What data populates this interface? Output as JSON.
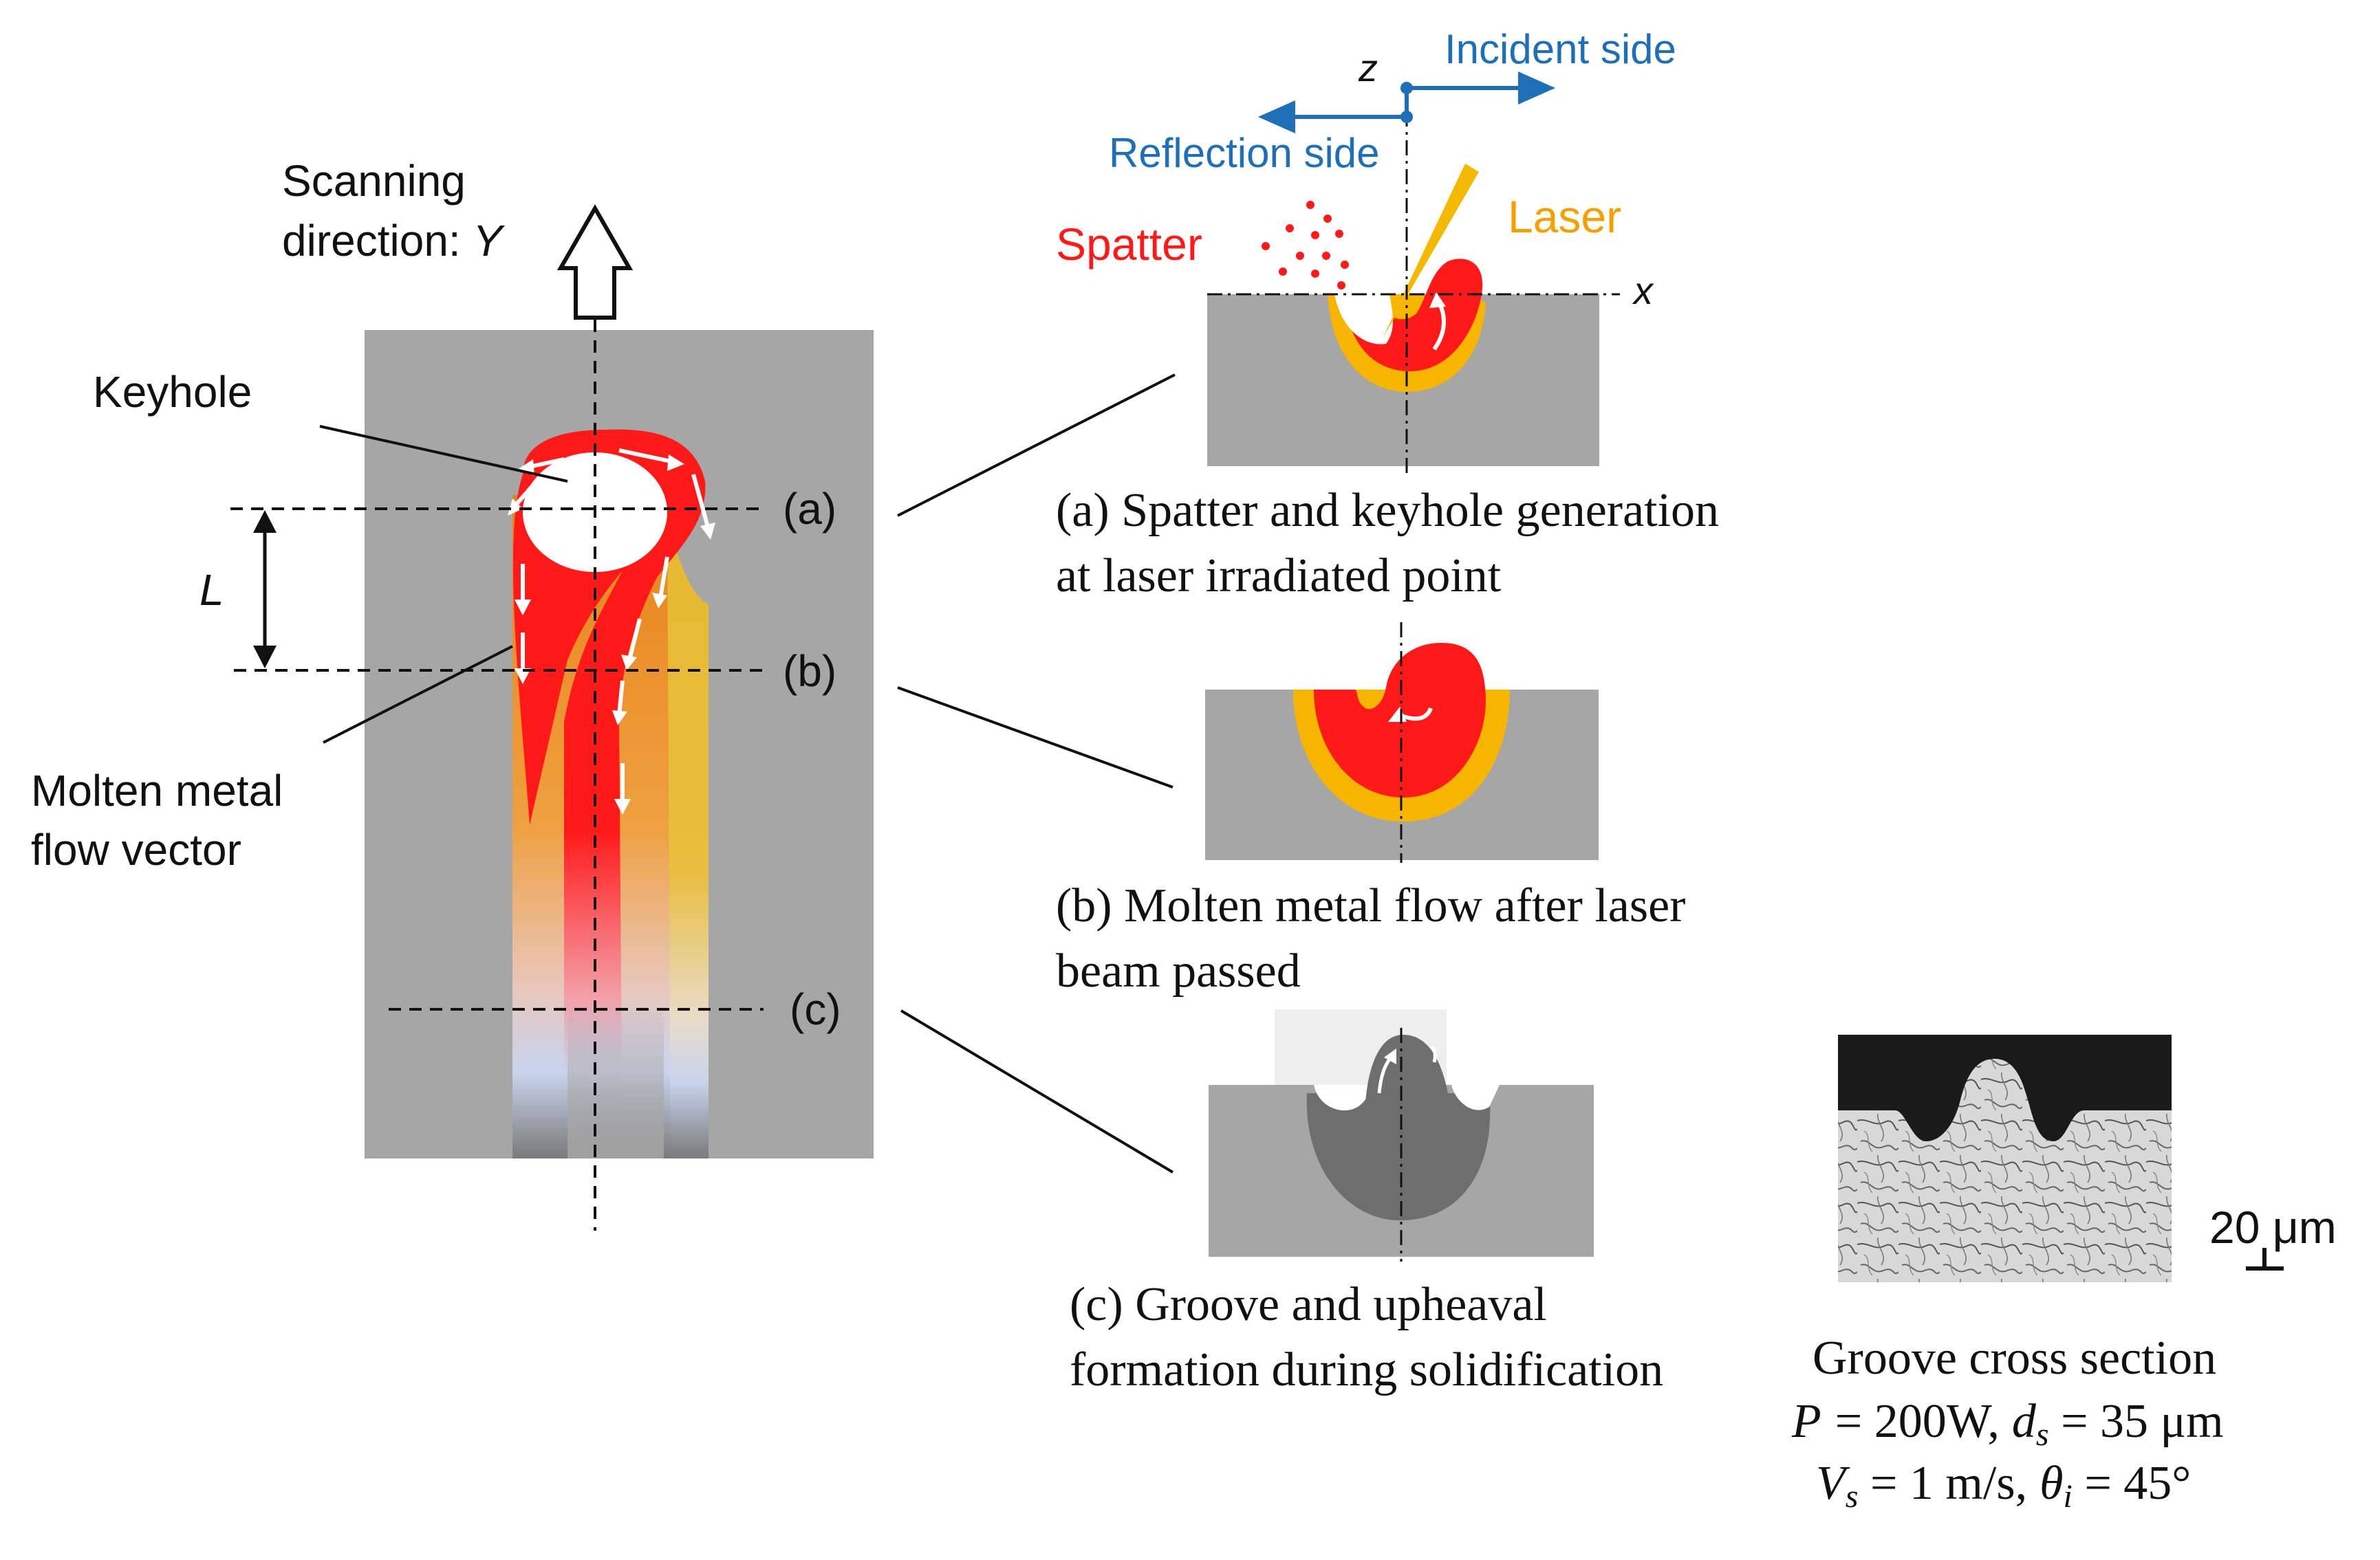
{
  "left_panel": {
    "scanning_line1": "Scanning",
    "scanning_line2": "direction: ",
    "scanning_axis": "Y",
    "keyhole": "Keyhole",
    "length_label": "L",
    "flow_line1": "Molten metal",
    "flow_line2": "flow vector",
    "markers": [
      "(a)",
      "(b)",
      "(c)"
    ]
  },
  "panel_a": {
    "z_axis": "z",
    "x_axis": "x",
    "incident": "Incident side",
    "reflection": "Reflection side",
    "spatter": "Spatter",
    "laser": "Laser",
    "caption_line1": "(a) Spatter and keyhole generation",
    "caption_line2": "at laser irradiated point"
  },
  "panel_b": {
    "caption_line1": "(b) Molten metal flow after laser",
    "caption_line2": "beam passed"
  },
  "panel_c": {
    "caption_line1": "(c) Groove and upheaval",
    "caption_line2": "formation during solidification"
  },
  "micrograph": {
    "scale_value": "20",
    "scale_unit": " μm",
    "title": "Groove cross section",
    "p_symbol": "P",
    "p_value": "= 200W,",
    "ds_symbol": "d",
    "ds_sub": "s",
    "ds_value": " = 35 μm",
    "vs_symbol": "V",
    "vs_sub": "s",
    "vs_value": " = 1 m/s,",
    "theta_symbol": "θ",
    "theta_sub": "i",
    "theta_value": " = 45°"
  },
  "colors": {
    "substrate": "#a6a6a6",
    "molten": "#ff1a1a",
    "heat_zone": "#f7b500",
    "cooling": "#c8d4ee",
    "axis_blue": "#1f6fb8",
    "laser": "#f5b800"
  }
}
